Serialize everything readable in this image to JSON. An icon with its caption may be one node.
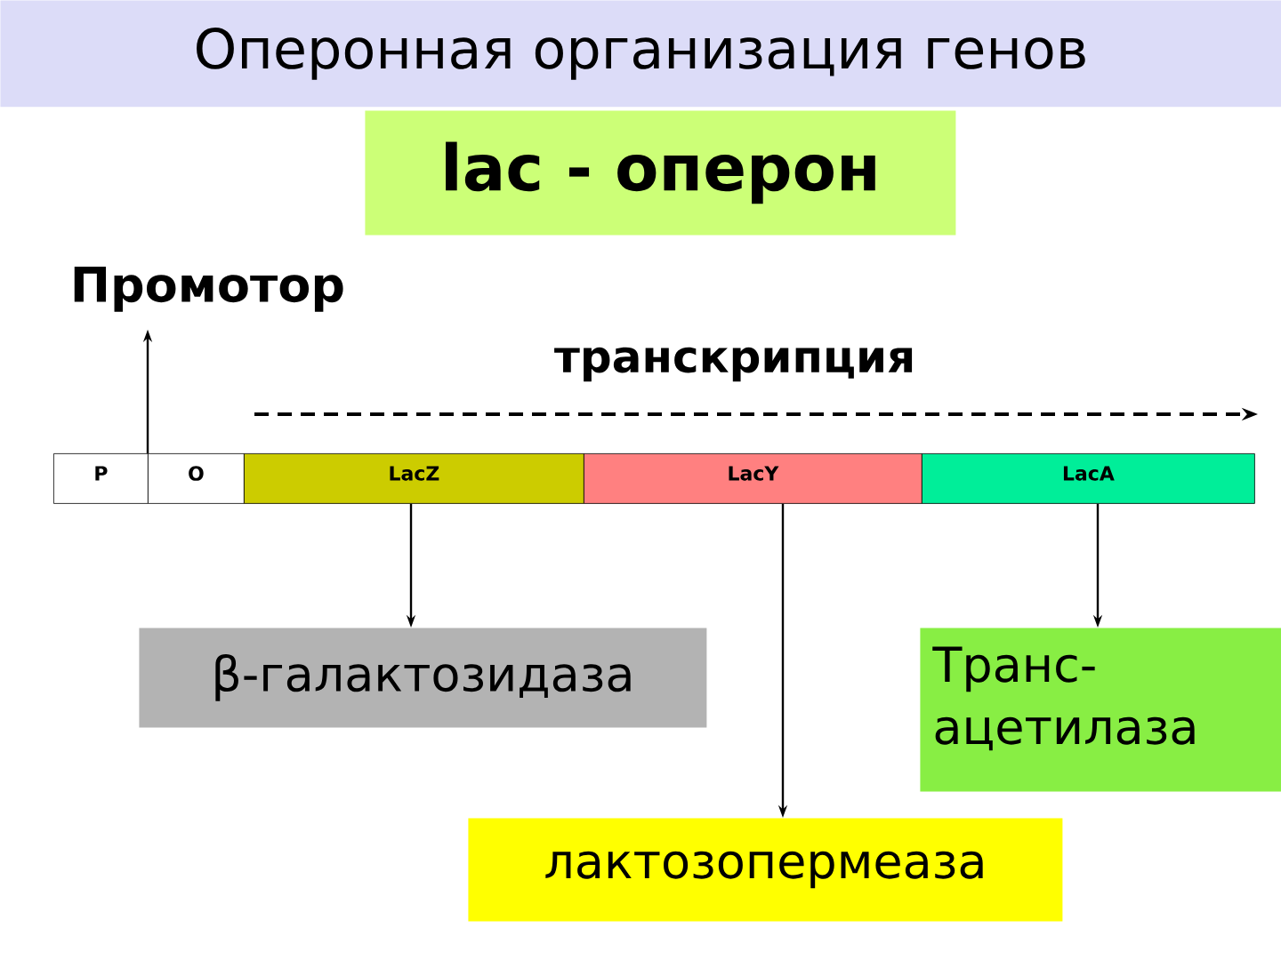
{
  "diagram": {
    "title": "Оперонная организация генов",
    "nodes": [
      {
        "text": [
          "lac - оперон"
        ]
      },
      {
        "text": [
          "Промотор"
        ]
      },
      {
        "text": [
          "P"
        ]
      },
      {
        "text": [
          "O"
        ]
      },
      {
        "text": [
          "LacZ"
        ]
      },
      {
        "text": [
          "LacY"
        ]
      },
      {
        "text": [
          "LacA"
        ]
      },
      {
        "text": [
          "β-галактозидаза"
        ]
      },
      {
        "text": [
          "лактозопермеаза"
        ]
      },
      {
        "text": [
          "Транс- ацетилаза"
        ]
      }
    ],
    "edges": [
      {
        "from": 2,
        "to": 1,
        "arrow": "to"
      },
      {
        "from": 4,
        "to": 7,
        "arrow": "to"
      },
      {
        "from": 5,
        "to": 8,
        "arrow": "to"
      },
      {
        "from": 6,
        "to": 9,
        "arrow": "to"
      }
    ],
    "labels": [
      "транскрипция"
    ]
  }
}
